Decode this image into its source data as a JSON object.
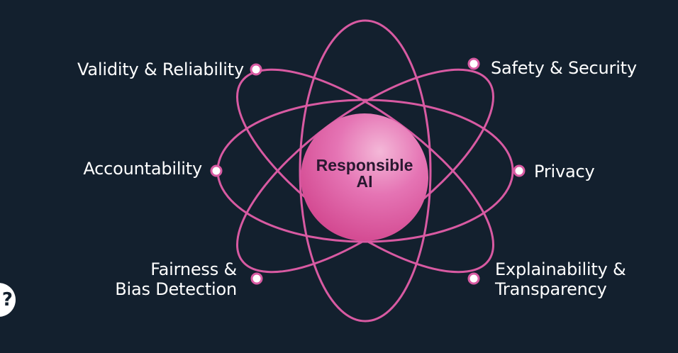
{
  "center": {
    "line1": "Responsible",
    "line2": "AI"
  },
  "principles": {
    "validity": "Validity & Reliability",
    "safety": "Safety & Security",
    "accountability": "Accountability",
    "privacy": "Privacy",
    "fairness_line1": "Fairness &",
    "fairness_line2": "Bias Detection",
    "explainability_line1": "Explainability &",
    "explainability_line2": "Transparency"
  },
  "colors": {
    "background": "#13202e",
    "orbit": "#d85aa2",
    "sphere": "#e66fb2",
    "dot_fill": "#ffffff",
    "dot_ring": "#d85aa2"
  },
  "corner_badge": {
    "glyph": "?",
    "icon": "help-icon"
  }
}
